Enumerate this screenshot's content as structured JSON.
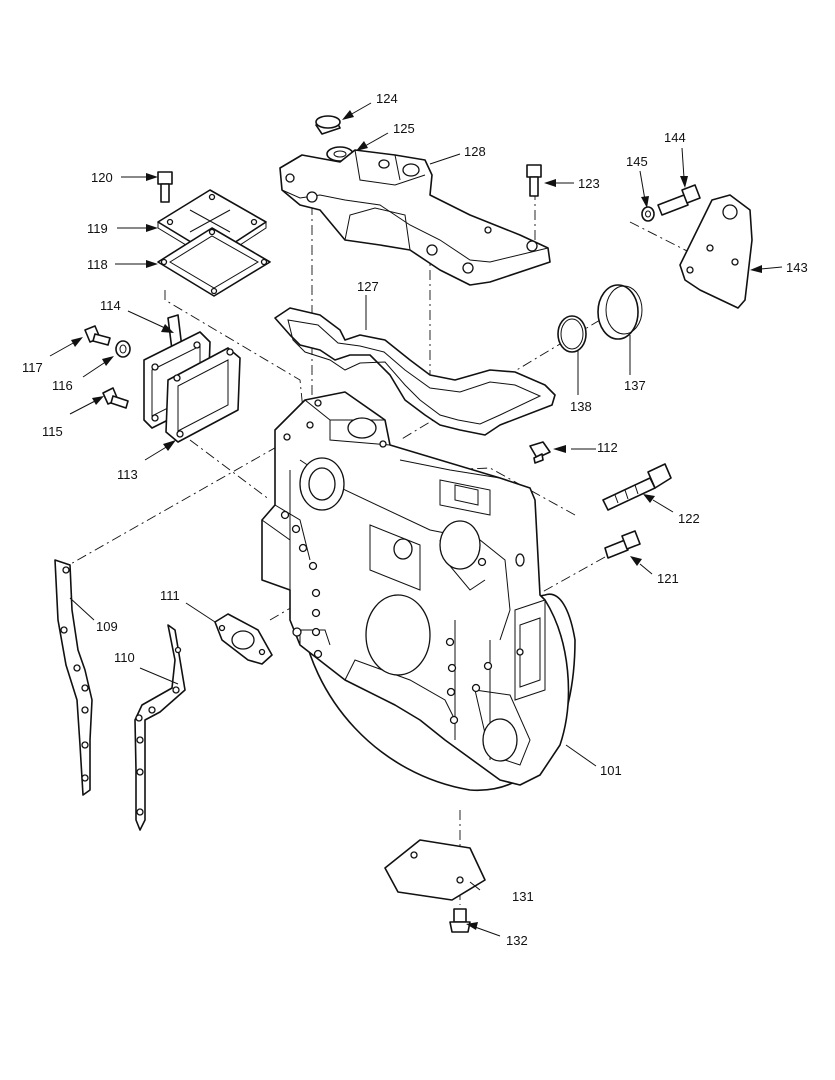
{
  "callouts": {
    "c101": "101",
    "c109": "109",
    "c110": "110",
    "c111": "111",
    "c112": "112",
    "c113": "113",
    "c114": "114",
    "c115": "115",
    "c116": "116",
    "c117": "117",
    "c118": "118",
    "c119": "119",
    "c120": "120",
    "c121": "121",
    "c122": "122",
    "c123": "123",
    "c124": "124",
    "c125": "125",
    "c127": "127",
    "c128": "128",
    "c131": "131",
    "c132": "132",
    "c137": "137",
    "c138": "138",
    "c143": "143",
    "c144": "144",
    "c145": "145"
  },
  "colors": {
    "line": "#111111",
    "background": "#ffffff"
  }
}
